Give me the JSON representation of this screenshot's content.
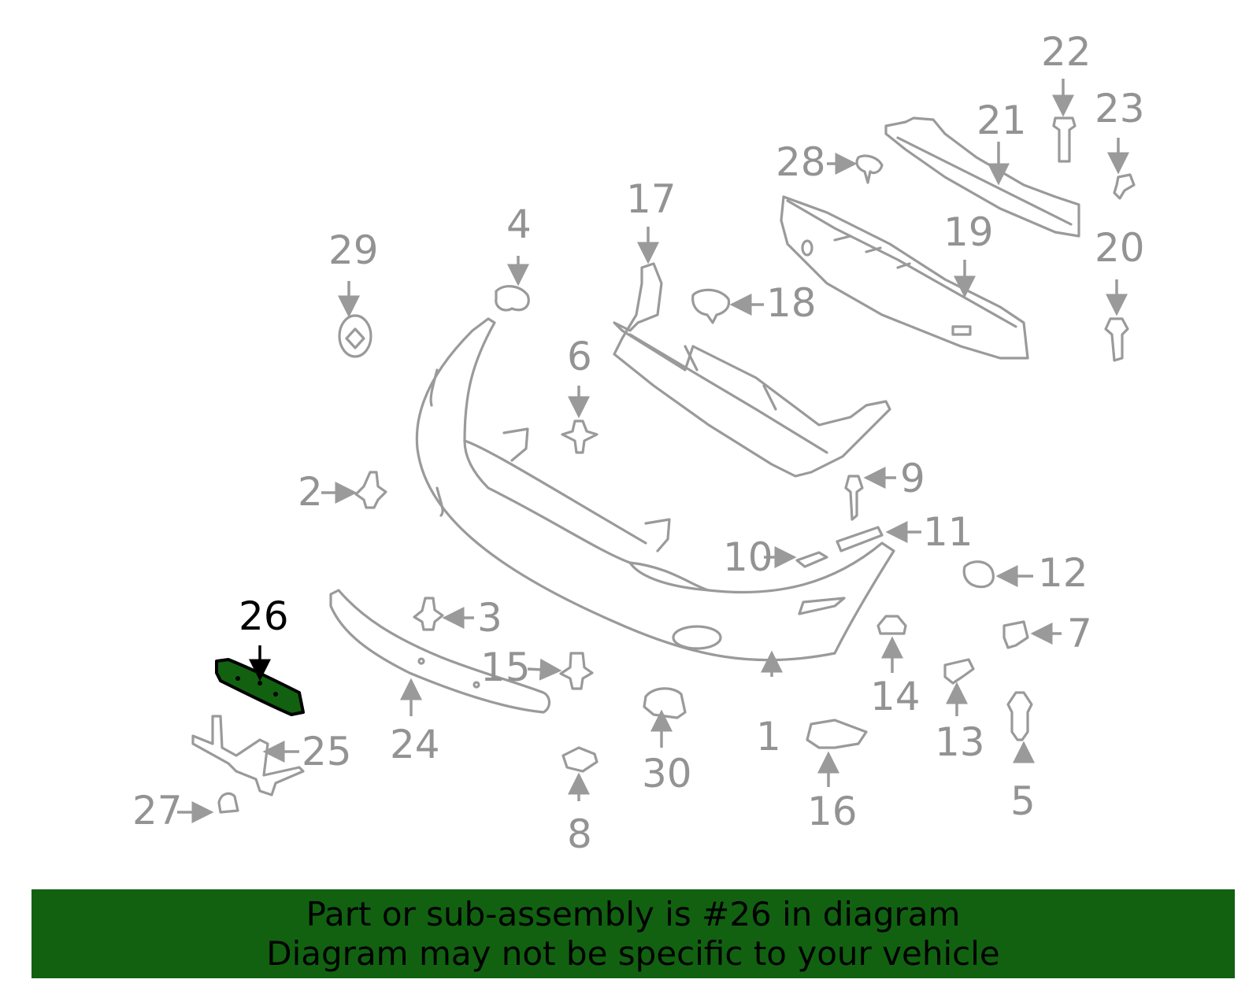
{
  "callouts": [
    "1",
    "2",
    "3",
    "4",
    "5",
    "6",
    "7",
    "8",
    "9",
    "10",
    "11",
    "12",
    "13",
    "14",
    "15",
    "16",
    "17",
    "18",
    "19",
    "20",
    "21",
    "22",
    "23",
    "24",
    "25",
    "26",
    "27",
    "28",
    "29",
    "30"
  ],
  "highlighted_part": "26",
  "colors": {
    "highlight_fill": "#116111",
    "banner_bg": "#116111",
    "line_gray": "#9a9a9a",
    "label_gray": "#939393"
  },
  "banner": {
    "line1": "Part or sub-assembly is #26 in diagram",
    "line2": "Diagram may not be specific to your vehicle"
  }
}
